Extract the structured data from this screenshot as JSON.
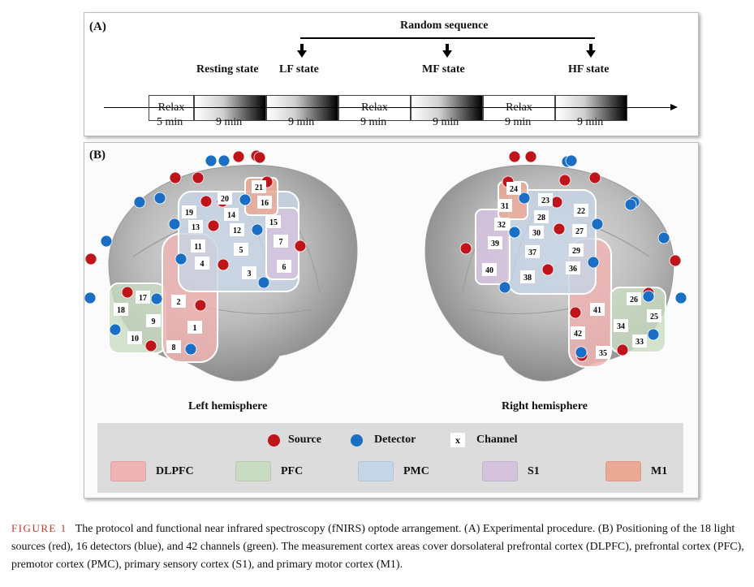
{
  "panelA": {
    "label": "(A)",
    "random_sequence": "Random sequence",
    "resting_state": "Resting state",
    "lf_state": "LF state",
    "mf_state": "MF state",
    "hf_state": "HF state",
    "relax": "Relax",
    "durations": [
      "5 min",
      "9 min",
      "9 min",
      "9 min",
      "9 min",
      "9 min",
      "9 min"
    ]
  },
  "panelB": {
    "label": "(B)",
    "left_hemisphere": "Left hemisphere",
    "right_hemisphere": "Right hemisphere",
    "legend": {
      "source": "Source",
      "detector": "Detector",
      "channel_symbol": "x",
      "channel": "Channel",
      "regions": [
        {
          "name": "DLPFC",
          "color": "#eeb3b3"
        },
        {
          "name": "PFC",
          "color": "#c8dcc1"
        },
        {
          "name": "PMC",
          "color": "#c5d5e6"
        },
        {
          "name": "S1",
          "color": "#d5c3de"
        },
        {
          "name": "M1",
          "color": "#e9a995"
        }
      ]
    },
    "colors": {
      "source": "#c0141b",
      "detector": "#1a6fc4"
    },
    "left_channels": [
      "1",
      "2",
      "3",
      "4",
      "5",
      "6",
      "7",
      "8",
      "9",
      "10",
      "11",
      "12",
      "13",
      "14",
      "15",
      "16",
      "17",
      "18",
      "19",
      "20",
      "21"
    ],
    "right_channels": [
      "22",
      "23",
      "24",
      "25",
      "26",
      "27",
      "28",
      "29",
      "30",
      "31",
      "32",
      "33",
      "34",
      "35",
      "36",
      "37",
      "38",
      "39",
      "40",
      "41",
      "42"
    ]
  },
  "caption": {
    "figure": "FIGURE 1",
    "text": "The protocol and functional near infrared spectroscopy (fNIRS) optode arrangement. (A) Experimental procedure. (B) Positioning of the 18 light sources (red), 16 detectors (blue), and 42 channels (green). The measurement cortex areas cover dorsolateral prefrontal cortex (DLPFC), prefrontal cortex (PFC), premotor cortex (PMC), primary sensory cortex (S1), and primary motor cortex (M1)."
  }
}
